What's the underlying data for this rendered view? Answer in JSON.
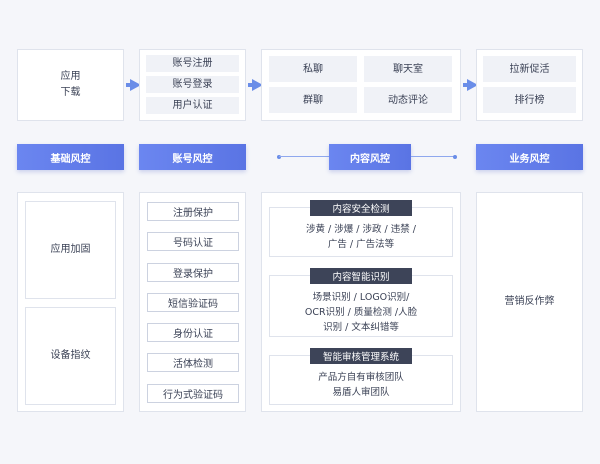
{
  "top_row": {
    "col1": [
      "应用",
      "下载"
    ],
    "col2": [
      "账号注册",
      "账号登录",
      "用户认证"
    ],
    "col3": [
      "私聊",
      "聊天室",
      "群聊",
      "动态评论"
    ],
    "col4": [
      "拉新促活",
      "排行榜"
    ]
  },
  "bars": [
    "基础风控",
    "账号风控",
    "内容风控",
    "业务风控"
  ],
  "bottom": {
    "col1": [
      "应用加固",
      "设备指纹"
    ],
    "col2": [
      "注册保护",
      "号码认证",
      "登录保护",
      "短信验证码",
      "身份认证",
      "活体检测",
      "行为式验证码"
    ],
    "col3": [
      {
        "tag": "内容安全检测",
        "lines": [
          "涉黄 / 涉爆 / 涉政 / 违禁 /",
          "广告 / 广告法等"
        ]
      },
      {
        "tag": "内容智能识别",
        "lines": [
          "场景识别 / LOGO识别/",
          "OCR识别 / 质量检测 /人脸",
          "识别 / 文本纠错等"
        ]
      },
      {
        "tag": "智能审核管理系统",
        "lines": [
          "产品方自有审核团队",
          "易盾人审团队"
        ]
      }
    ],
    "col4": "营销反作弊"
  },
  "colors": {
    "accent": "#5a74e4",
    "arrow": "#6a8de8",
    "tag": "#3d4458"
  }
}
